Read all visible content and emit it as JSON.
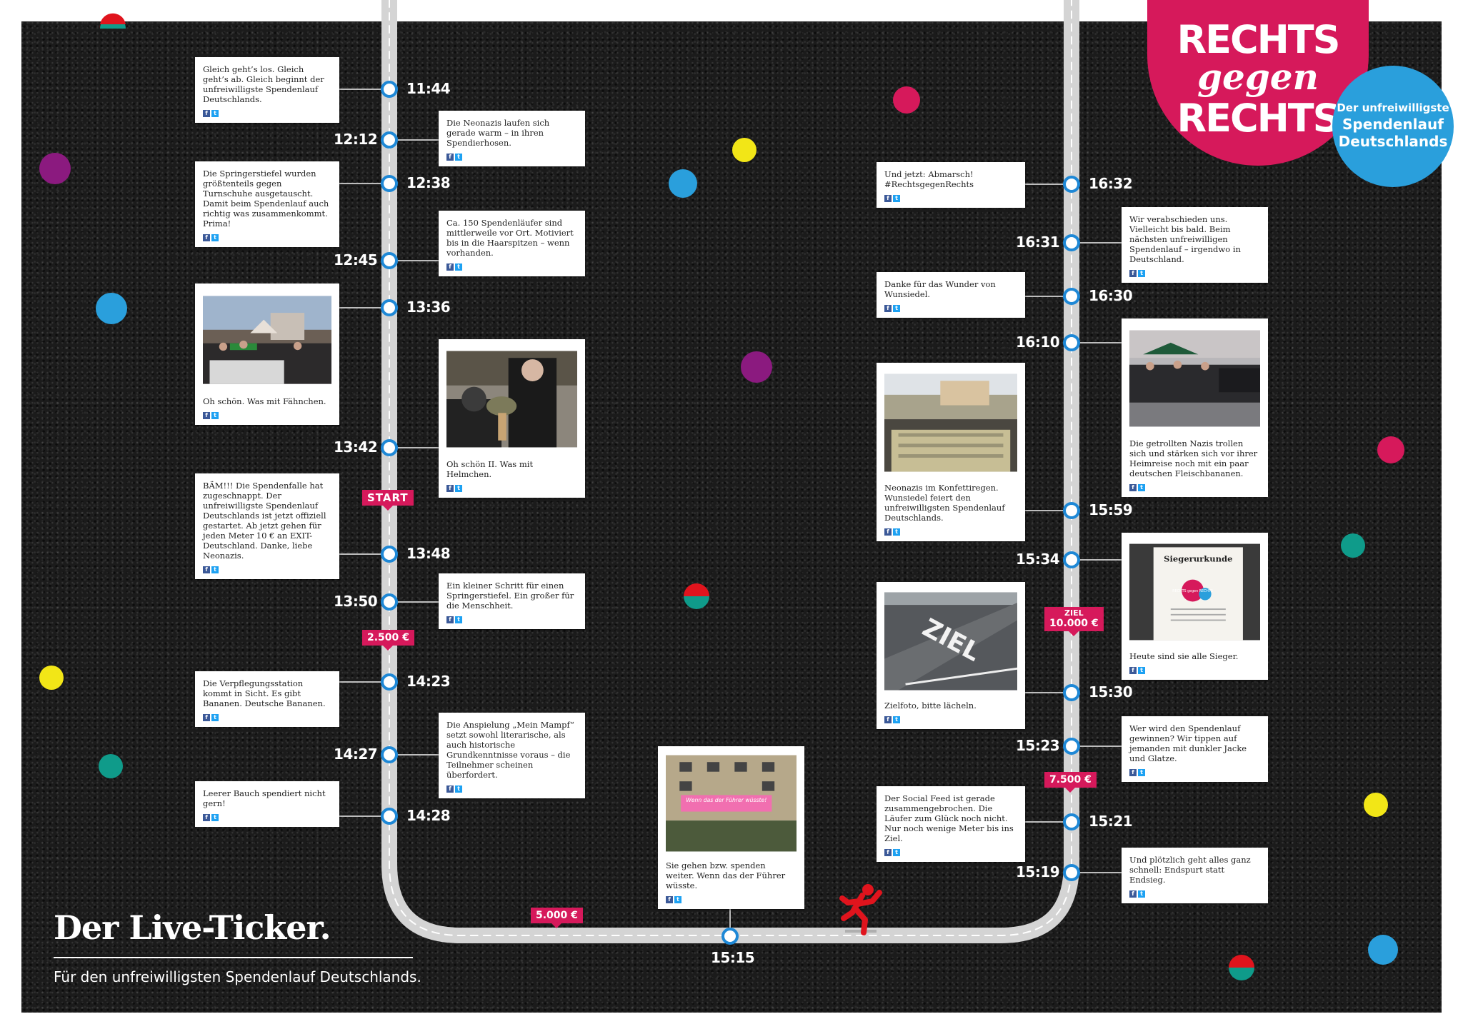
{
  "header": {
    "logo_line1": "RECHTS",
    "logo_line2": "gegen",
    "logo_line3": "RECHTS",
    "badge_line1": "Der unfreiwilligste",
    "badge_line2": "Spendenlauf",
    "badge_line3": "Deutschlands"
  },
  "footer": {
    "title": "Der Live-Ticker.",
    "subtitle": "Für den unfreiwilligsten Spendenlauf Deutschlands."
  },
  "markers": {
    "start": "START",
    "m2500": "2.500 €",
    "m5000": "5.000 €",
    "m7500": "7.500 €",
    "ziel_label": "ZIEL",
    "ziel_amount": "10.000 €"
  },
  "social_icons": [
    "facebook-icon",
    "twitter-icon"
  ],
  "colors": {
    "accent_pink": "#d6195b",
    "accent_blue": "#2a9fdc",
    "road_gray": "#d4d4d4",
    "node_blue": "#1e88d6"
  },
  "events": [
    {
      "time": "11:44",
      "text": "Gleich geht’s los. Gleich geht’s ab. Gleich beginnt der unfreiwilligste Spendenlauf Deutschlands."
    },
    {
      "time": "12:12",
      "text": "Die Neonazis laufen sich gerade warm – in ihren Spendierhosen."
    },
    {
      "time": "12:38",
      "text": "Die Springerstiefel wurden größtenteils gegen Turnschuhe ausgetauscht. Damit beim Spendenlauf auch richtig was zusammenkommt. Prima!"
    },
    {
      "time": "12:45",
      "text": "Ca. 150 Spendenläufer sind mittlerweile vor Ort. Motiviert bis in die Haarspitzen – wenn vorhanden."
    },
    {
      "time": "13:36",
      "text": "Oh schön. Was mit Fähnchen."
    },
    {
      "time": "13:42",
      "text": "Oh schön II. Was mit Helmchen."
    },
    {
      "time": "13:48",
      "text": "BÄM!!! Die Spendenfalle hat zugeschnappt. Der unfreiwilligste Spendenlauf Deutschlands ist jetzt offiziell gestartet. Ab jetzt gehen für jeden Meter 10 € an EXIT-Deutschland. Danke, liebe Neonazis."
    },
    {
      "time": "13:50",
      "text": "Ein kleiner Schritt für einen Springerstiefel. Ein großer für die Menschheit."
    },
    {
      "time": "14:23",
      "text": "Die Verpflegungsstation kommt in Sicht. Es gibt Bananen. Deutsche Bananen."
    },
    {
      "time": "14:27",
      "text": "Die Anspielung „Mein Mampf“ setzt sowohl literarische, als auch historische Grundkenntnisse voraus – die Teilnehmer scheinen überfordert."
    },
    {
      "time": "14:28",
      "text": "Leerer Bauch spendiert nicht gern!"
    },
    {
      "time": "15:15",
      "text": "Sie gehen bzw. spenden weiter. Wenn das der Führer wüsste."
    },
    {
      "time": "15:19",
      "text": "Und plötzlich geht alles ganz schnell: Endspurt statt Endsieg."
    },
    {
      "time": "15:21",
      "text": "Der Social Feed ist gerade zusammengebrochen. Die Läufer zum Glück noch nicht. Nur noch wenige Meter bis ins Ziel."
    },
    {
      "time": "15:23",
      "text": "Wer wird den Spendenlauf gewinnen? Wir tippen auf jemanden mit dunkler Jacke und Glatze."
    },
    {
      "time": "15:30",
      "text": "Zielfoto, bitte lächeln."
    },
    {
      "time": "15:34",
      "text": "Heute sind sie alle Sieger."
    },
    {
      "time": "15:59",
      "text": "Neonazis im Konfettiregen. Wunsiedel feiert den unfreiwilligsten Spendenlauf Deutschlands."
    },
    {
      "time": "16:10",
      "text": "Die getrollten Nazis trollen sich und stärken sich vor ihrer Heimreise noch mit ein paar deutschen Fleischbananen."
    },
    {
      "time": "16:30",
      "text": "Danke für das Wunder von Wunsiedel."
    },
    {
      "time": "16:31",
      "text": "Wir verabschieden uns. Vielleicht bis bald. Beim nächsten unfreiwilligen Spendenlauf – irgendwo in Deutschland."
    },
    {
      "time": "16:32",
      "text": "Und jetzt: Abmarsch! #RechtsgegenRechts"
    }
  ],
  "photo_texts": {
    "banner": "Wenn das der Führer wüsste!",
    "road_word": "ZIEL",
    "certificate_title": "Siegerurkunde",
    "certificate_badge": "RECHTS gegen RECHTS"
  }
}
